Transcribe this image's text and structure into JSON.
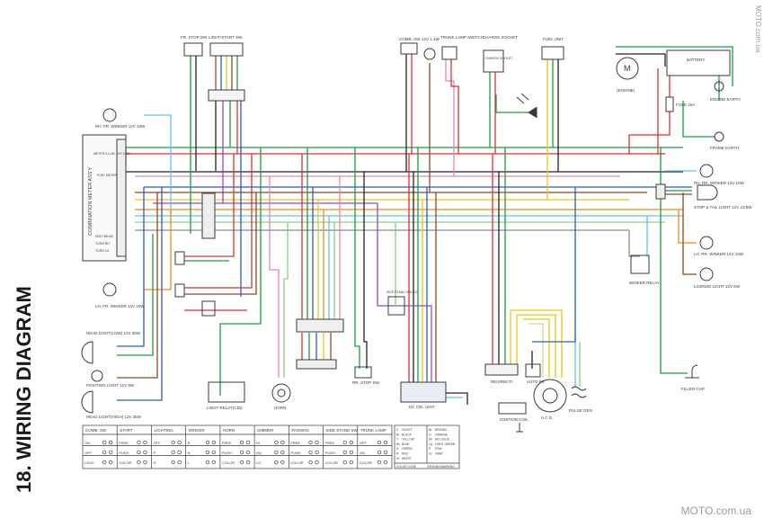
{
  "page": {
    "title": "18. WIRING DIAGRAM",
    "watermark": "MOTO.com.ua",
    "watermark_side": "MOTO.com.ua"
  },
  "components": {
    "fr_stop_sw": "FR. STOP SW.",
    "light_start_sw": "LIGHT/START SW.",
    "comb_sw": "COMB. SW.",
    "bulb_12v": "12V 1.4W",
    "trunk_lamp_switch": "TRUNK LAMP SWITCH",
    "charge_socket": "CHARGE SOCKET",
    "charge_socket_inner": "CHARGE SOCKET",
    "fuel_unit": "FUEL UNIT",
    "battery": "BATTERY",
    "engine": "(ENGINE)",
    "fuse": "FUSE 15A",
    "engine_earth": "ENGINE EARTH",
    "frame_earth": "FRAME EARTH",
    "rh_fr_winker": "RH. FR. WINKER 12V 10W",
    "combination_meter": "COMBINATION METER ASS'Y",
    "meter_illum": "METER ILLUM. 12V 3.4W",
    "fuel_meter": "FUEL METER",
    "high_beam": "HIGH BEAM",
    "turn_rh": "TURN RH",
    "turn_lh": "TURN LH",
    "lh_fr_winker": "LH. FR. WINKER 12V 10W",
    "head_light": "HEAD LIGHT(LOW) 12V 35W",
    "position_light": "POSITION LIGHT 12V 5W",
    "head_light_high": "HEAD LIGHT(HIGH) 12V 35W",
    "light_relay": "LIGHT RELAY(CDI)",
    "horn": "HORN",
    "rr_stop_sw": "RR. STOP SW.",
    "side_stand_switch": "SIDE STAND SWITCH",
    "dc_cdi_unit": "DC CDI. UNIT",
    "ignition_coil": "IGNITION COIL",
    "reg_recti": "REG/RECTI",
    "auto_bystarter": "AUTO BS",
    "acg": "A.C.G.",
    "pulse_gen": "PULSE GEN",
    "filler_cap": "FILLER CAP",
    "rh_rr_winker": "RH. RR. WINKER 12V 10W",
    "stop_tail_light": "STOP & TAIL LIGHT 12V 21/5W",
    "lh_rr_winker": "LH. RR. WINKER 12V 10W",
    "winker_relay": "WINKER RELAY",
    "license_light": "LICENSE LIGHT 12V 5W"
  },
  "switch_table": {
    "sections": [
      "COMB. SW",
      "START",
      "LIGHTING",
      "WINKER",
      "HORN",
      "DIMMER",
      "PASSING",
      "SIDE STAND SW",
      "TRUNK LAMP"
    ],
    "row_labels": [
      [
        "ON",
        "OFF",
        "LOCK"
      ],
      [
        "FREE",
        "PUSH",
        "COLOR"
      ],
      [
        "OFF",
        "P",
        "H"
      ],
      [
        "R",
        "N",
        "L"
      ],
      [
        "FREE",
        "PUSH",
        "COLOR"
      ],
      [
        "HI",
        "(N)",
        "LO"
      ],
      [
        "FREE",
        "PUSH",
        "COLOR"
      ],
      [
        "FREE",
        "PUSH",
        "COLOR"
      ],
      [
        "OFF",
        "ON",
        "COLOR"
      ]
    ]
  },
  "color_codes": {
    "entries": [
      [
        "V",
        "VIOLET",
        "Br",
        "BROWN"
      ],
      [
        "Bl",
        "BLACK",
        "O",
        "ORANGE"
      ],
      [
        "Y",
        "YELLOW",
        "Sb",
        "SKY BLUE"
      ],
      [
        "Bu",
        "BLUE",
        "Lg",
        "LIGHT GREEN"
      ],
      [
        "G",
        "GREEN",
        "P",
        "PINK"
      ],
      [
        "R",
        "RED",
        "Gr",
        "GRAY"
      ],
      [
        "W",
        "WHITE",
        "",
        ""
      ]
    ],
    "footer": [
      "COLOR CODE",
      "GROUND/MARKING"
    ]
  },
  "colors": {
    "wire_red": "#d8322f",
    "wire_green": "#1e9a43",
    "wire_blue": "#2b59c3",
    "wire_yellow": "#e9c712",
    "wire_brown": "#8b4a22",
    "wire_orange": "#ec8a1c",
    "wire_pink": "#f27fb0",
    "wire_lightgreen": "#7fd67f",
    "wire_skyblue": "#5fc3ea",
    "wire_violet": "#8a4bc7",
    "wire_black": "#222222",
    "wire_gray": "#8a8a8a",
    "ink": "#3a3a3a"
  }
}
